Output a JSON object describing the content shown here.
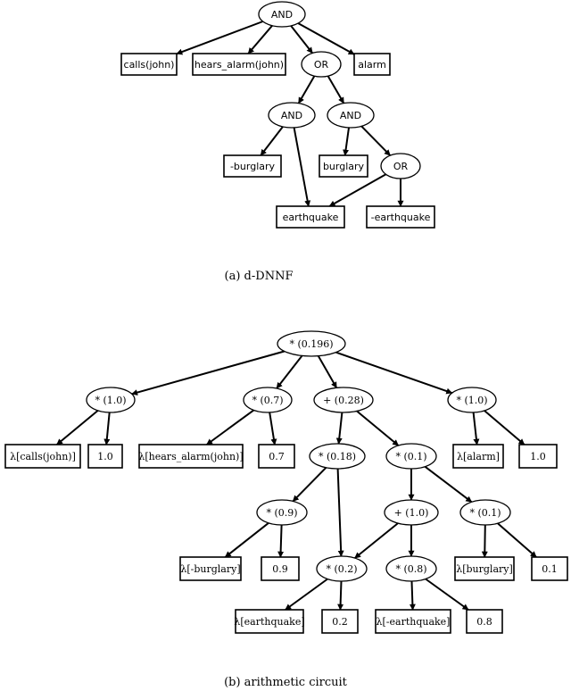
{
  "diagram_a": {
    "caption": "(a)  d-DNNF",
    "nodes": [
      {
        "id": "and_root",
        "label": "AND",
        "shape": "ellipse"
      },
      {
        "id": "calls",
        "label": "calls(john)",
        "shape": "box"
      },
      {
        "id": "hears",
        "label": "hears_alarm(john)",
        "shape": "box"
      },
      {
        "id": "or1",
        "label": "OR",
        "shape": "ellipse"
      },
      {
        "id": "alarm",
        "label": "alarm",
        "shape": "box"
      },
      {
        "id": "and_l",
        "label": "AND",
        "shape": "ellipse"
      },
      {
        "id": "and_r",
        "label": "AND",
        "shape": "ellipse"
      },
      {
        "id": "nburg",
        "label": "-burglary",
        "shape": "box"
      },
      {
        "id": "burg",
        "label": "burglary",
        "shape": "box"
      },
      {
        "id": "or2",
        "label": "OR",
        "shape": "ellipse"
      },
      {
        "id": "eq",
        "label": "earthquake",
        "shape": "box"
      },
      {
        "id": "neq",
        "label": "-earthquake",
        "shape": "box"
      }
    ],
    "edges": [
      [
        "and_root",
        "calls"
      ],
      [
        "and_root",
        "hears"
      ],
      [
        "and_root",
        "or1"
      ],
      [
        "and_root",
        "alarm"
      ],
      [
        "or1",
        "and_l"
      ],
      [
        "or1",
        "and_r"
      ],
      [
        "and_l",
        "nburg"
      ],
      [
        "and_l",
        "eq"
      ],
      [
        "and_r",
        "burg"
      ],
      [
        "and_r",
        "or2"
      ],
      [
        "or2",
        "eq"
      ],
      [
        "or2",
        "neq"
      ]
    ]
  },
  "diagram_b": {
    "caption": "(b)  arithmetic circuit",
    "nodes": [
      {
        "id": "root",
        "label": "* (0.196)",
        "shape": "ellipse"
      },
      {
        "id": "m1",
        "label": "* (1.0)",
        "shape": "ellipse"
      },
      {
        "id": "m07",
        "label": "* (0.7)",
        "shape": "ellipse"
      },
      {
        "id": "p028",
        "label": "+ (0.28)",
        "shape": "ellipse"
      },
      {
        "id": "m1b",
        "label": "* (1.0)",
        "shape": "ellipse"
      },
      {
        "id": "lcalls",
        "label": "λ[calls(john)]",
        "shape": "box"
      },
      {
        "id": "v10a",
        "label": "1.0",
        "shape": "box"
      },
      {
        "id": "lhears",
        "label": "λ[hears_alarm(john)]",
        "shape": "box"
      },
      {
        "id": "v07",
        "label": "0.7",
        "shape": "box"
      },
      {
        "id": "m018",
        "label": "* (0.18)",
        "shape": "ellipse"
      },
      {
        "id": "m01",
        "label": "* (0.1)",
        "shape": "ellipse"
      },
      {
        "id": "lalarm",
        "label": "λ[alarm]",
        "shape": "box"
      },
      {
        "id": "v10b",
        "label": "1.0",
        "shape": "box"
      },
      {
        "id": "m09",
        "label": "* (0.9)",
        "shape": "ellipse"
      },
      {
        "id": "p10",
        "label": "+ (1.0)",
        "shape": "ellipse"
      },
      {
        "id": "m01b",
        "label": "* (0.1)",
        "shape": "ellipse"
      },
      {
        "id": "lnburg",
        "label": "λ[-burglary]",
        "shape": "box"
      },
      {
        "id": "v09",
        "label": "0.9",
        "shape": "box"
      },
      {
        "id": "m02",
        "label": "* (0.2)",
        "shape": "ellipse"
      },
      {
        "id": "m08",
        "label": "* (0.8)",
        "shape": "ellipse"
      },
      {
        "id": "lburg",
        "label": "λ[burglary]",
        "shape": "box"
      },
      {
        "id": "v01",
        "label": "0.1",
        "shape": "box"
      },
      {
        "id": "leq",
        "label": "λ[earthquake]",
        "shape": "box"
      },
      {
        "id": "v02",
        "label": "0.2",
        "shape": "box"
      },
      {
        "id": "lneq",
        "label": "λ[-earthquake]",
        "shape": "box"
      },
      {
        "id": "v08",
        "label": "0.8",
        "shape": "box"
      }
    ],
    "edges": [
      [
        "root",
        "m1"
      ],
      [
        "root",
        "m07"
      ],
      [
        "root",
        "p028"
      ],
      [
        "root",
        "m1b"
      ],
      [
        "m1",
        "lcalls"
      ],
      [
        "m1",
        "v10a"
      ],
      [
        "m07",
        "lhears"
      ],
      [
        "m07",
        "v07"
      ],
      [
        "p028",
        "m018"
      ],
      [
        "p028",
        "m01"
      ],
      [
        "m1b",
        "lalarm"
      ],
      [
        "m1b",
        "v10b"
      ],
      [
        "m018",
        "m09"
      ],
      [
        "m018",
        "m02"
      ],
      [
        "m01",
        "p10"
      ],
      [
        "m01",
        "m01b"
      ],
      [
        "m09",
        "lnburg"
      ],
      [
        "m09",
        "v09"
      ],
      [
        "p10",
        "m02"
      ],
      [
        "p10",
        "m08"
      ],
      [
        "m01b",
        "lburg"
      ],
      [
        "m01b",
        "v01"
      ],
      [
        "m02",
        "leq"
      ],
      [
        "m02",
        "v02"
      ],
      [
        "m08",
        "lneq"
      ],
      [
        "m08",
        "v08"
      ]
    ]
  }
}
